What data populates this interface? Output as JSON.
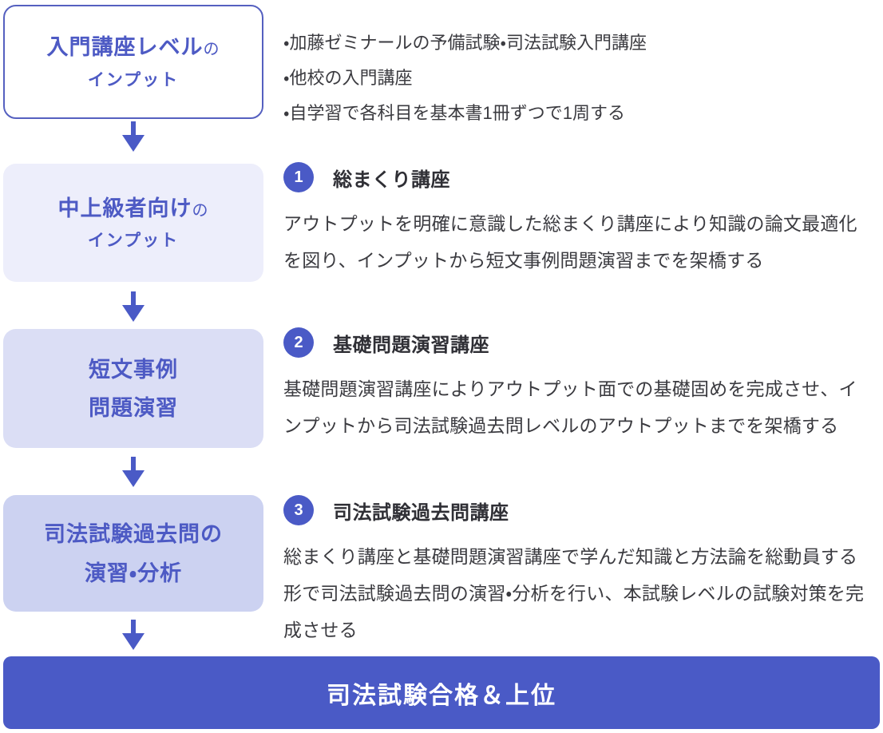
{
  "colors": {
    "accent": "#4a5ac6",
    "stage-text": "#4d5ac4",
    "stage-border": "#5560c0",
    "tint1": "#edeefb",
    "tint2": "#dbdef5",
    "tint3": "#ccd2f1",
    "body-text": "#3b3b40",
    "heading-text": "#2f2f35"
  },
  "flow": {
    "stages": [
      {
        "line1_main": "入門講座レベル",
        "line1_suffix": "の",
        "line2": "インプット"
      },
      {
        "line1_main": "中上級者向け",
        "line1_suffix": "の",
        "line2": "インプット"
      },
      {
        "line1": "短文事例",
        "line2": "問題演習"
      },
      {
        "line1": "司法試験過去問の",
        "line2": "演習・分析"
      }
    ],
    "result_label": "司法試験合格＆上位"
  },
  "details": {
    "intro_bullets": [
      "・加藤ゼミナールの予備試験・司法試験入門講座",
      "・他校の入門講座",
      "・自学習で各科目を基本書1冊ずつで1周する"
    ],
    "sections": [
      {
        "number": "1",
        "title": "総まくり講座",
        "body": "アウトプットを明確に意識した総まくり講座により知識の論文最適化を図り、インプットから短文事例問題演習までを架橋する"
      },
      {
        "number": "2",
        "title": "基礎問題演習講座",
        "body": "基礎問題演習講座によりアウトプット面での基礎固めを完成させ、インプットから司法試験過去問レベルのアウトプットまでを架橋する"
      },
      {
        "number": "3",
        "title": "司法試験過去問講座",
        "body": "総まくり講座と基礎問題演習講座で学んだ知識と方法論を総動員する形で司法試験過去問の演習・分析を行い、本試験レベルの試験対策を完成させる"
      }
    ]
  }
}
